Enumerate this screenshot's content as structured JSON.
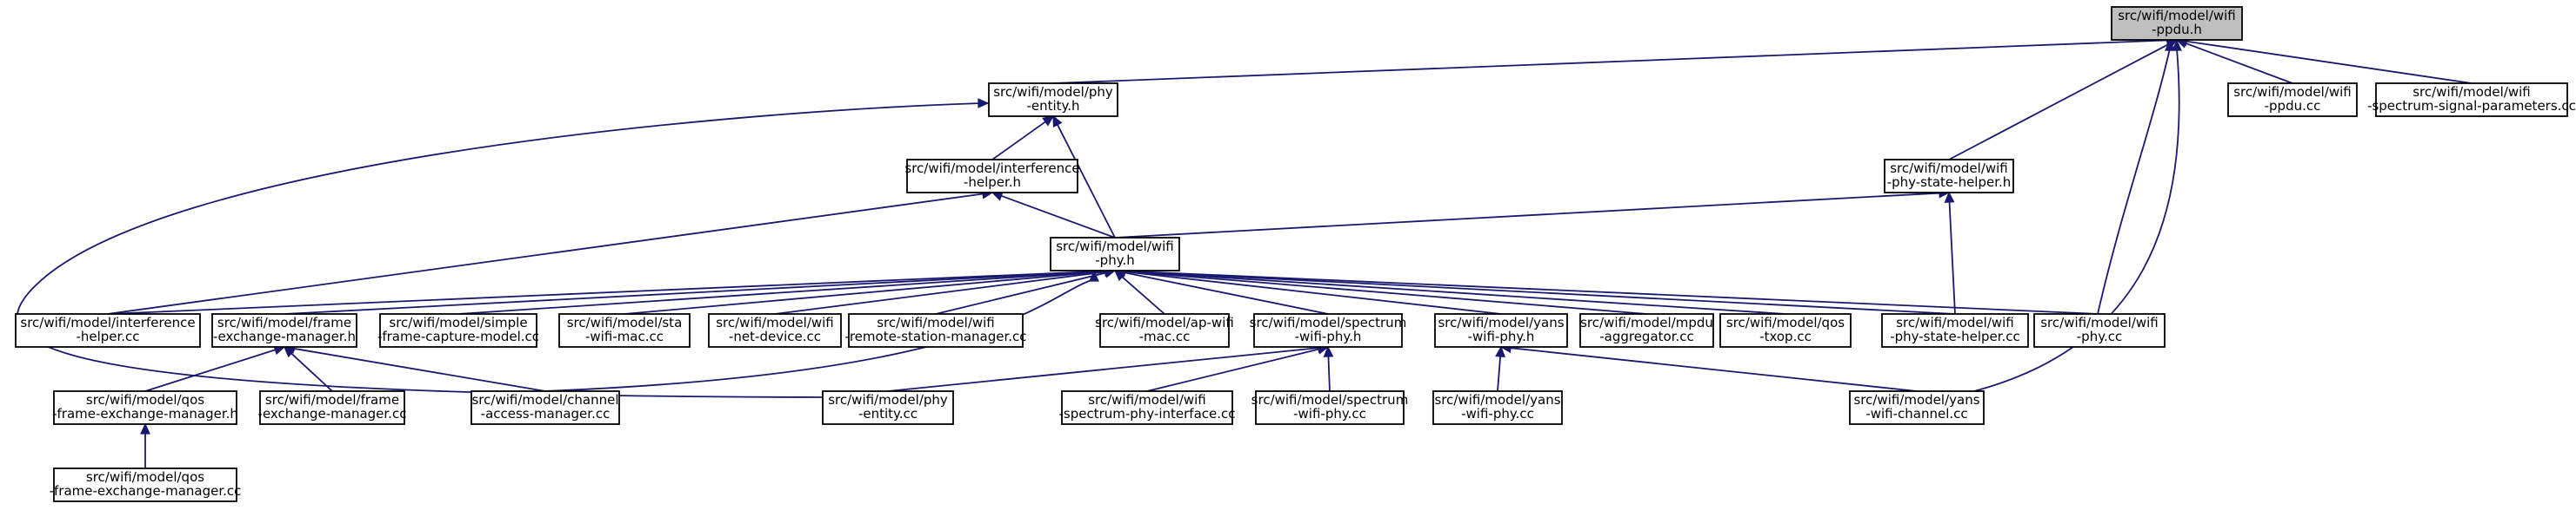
{
  "diagram": {
    "nodes": [
      {
        "id": "root",
        "lines": [
          "src/wifi/model/wifi",
          "-ppdu.h"
        ],
        "highlighted": true
      },
      {
        "id": "phy_entity_h",
        "lines": [
          "src/wifi/model/phy",
          "-entity.h"
        ]
      },
      {
        "id": "wifi_ppdu_cc",
        "lines": [
          "src/wifi/model/wifi",
          "-ppdu.cc"
        ]
      },
      {
        "id": "ssp_cc",
        "lines": [
          "src/wifi/model/wifi",
          "-spectrum-signal-parameters.cc"
        ]
      },
      {
        "id": "interference_h",
        "lines": [
          "src/wifi/model/interference",
          "-helper.h"
        ]
      },
      {
        "id": "phy_state_h",
        "lines": [
          "src/wifi/model/wifi",
          "-phy-state-helper.h"
        ]
      },
      {
        "id": "wifi_phy_h",
        "lines": [
          "src/wifi/model/wifi",
          "-phy.h"
        ]
      },
      {
        "id": "interference_cc",
        "lines": [
          "src/wifi/model/interference",
          "-helper.cc"
        ]
      },
      {
        "id": "fem_h",
        "lines": [
          "src/wifi/model/frame",
          "-exchange-manager.h"
        ]
      },
      {
        "id": "simple_fcm_cc",
        "lines": [
          "src/wifi/model/simple",
          "-frame-capture-model.cc"
        ]
      },
      {
        "id": "sta_mac_cc",
        "lines": [
          "src/wifi/model/sta",
          "-wifi-mac.cc"
        ]
      },
      {
        "id": "net_device_cc",
        "lines": [
          "src/wifi/model/wifi",
          "-net-device.cc"
        ]
      },
      {
        "id": "rsm_cc",
        "lines": [
          "src/wifi/model/wifi",
          "-remote-station-manager.cc"
        ]
      },
      {
        "id": "ap_mac_cc",
        "lines": [
          "src/wifi/model/ap-wifi",
          "-mac.cc"
        ]
      },
      {
        "id": "spectrum_phy_h",
        "lines": [
          "src/wifi/model/spectrum",
          "-wifi-phy.h"
        ]
      },
      {
        "id": "yans_phy_h",
        "lines": [
          "src/wifi/model/yans",
          "-wifi-phy.h"
        ]
      },
      {
        "id": "mpdu_agg_cc",
        "lines": [
          "src/wifi/model/mpdu",
          "-aggregator.cc"
        ]
      },
      {
        "id": "qos_txop_cc",
        "lines": [
          "src/wifi/model/qos",
          "-txop.cc"
        ]
      },
      {
        "id": "phy_state_cc",
        "lines": [
          "src/wifi/model/wifi",
          "-phy-state-helper.cc"
        ]
      },
      {
        "id": "wifi_phy_cc",
        "lines": [
          "src/wifi/model/wifi",
          "-phy.cc"
        ]
      },
      {
        "id": "qos_fem_h",
        "lines": [
          "src/wifi/model/qos",
          "-frame-exchange-manager.h"
        ]
      },
      {
        "id": "fem_cc",
        "lines": [
          "src/wifi/model/frame",
          "-exchange-manager.cc"
        ]
      },
      {
        "id": "cam_cc",
        "lines": [
          "src/wifi/model/channel",
          "-access-manager.cc"
        ]
      },
      {
        "id": "phy_entity_cc",
        "lines": [
          "src/wifi/model/phy",
          "-entity.cc"
        ]
      },
      {
        "id": "spi_cc",
        "lines": [
          "src/wifi/model/wifi",
          "-spectrum-phy-interface.cc"
        ]
      },
      {
        "id": "spectrum_phy_cc",
        "lines": [
          "src/wifi/model/spectrum",
          "-wifi-phy.cc"
        ]
      },
      {
        "id": "yans_phy_cc",
        "lines": [
          "src/wifi/model/yans",
          "-wifi-phy.cc"
        ]
      },
      {
        "id": "yans_channel_cc",
        "lines": [
          "src/wifi/model/yans",
          "-wifi-channel.cc"
        ]
      },
      {
        "id": "qos_fem_cc",
        "lines": [
          "src/wifi/model/qos",
          "-frame-exchange-manager.cc"
        ]
      }
    ],
    "edges": [
      {
        "from": "phy_entity_h",
        "to": "root"
      },
      {
        "from": "wifi_ppdu_cc",
        "to": "root"
      },
      {
        "from": "ssp_cc",
        "to": "root"
      },
      {
        "from": "phy_state_h",
        "to": "root"
      },
      {
        "from": "wifi_phy_cc",
        "to": "root"
      },
      {
        "from": "yans_channel_cc",
        "to": "root"
      },
      {
        "from": "interference_h",
        "to": "phy_entity_h"
      },
      {
        "from": "wifi_phy_h",
        "to": "phy_entity_h"
      },
      {
        "from": "phy_entity_cc",
        "to": "phy_entity_h"
      },
      {
        "from": "wifi_phy_h",
        "to": "interference_h"
      },
      {
        "from": "interference_cc",
        "to": "interference_h"
      },
      {
        "from": "wifi_phy_h",
        "to": "phy_state_h"
      },
      {
        "from": "phy_state_cc",
        "to": "phy_state_h"
      },
      {
        "from": "interference_cc",
        "to": "wifi_phy_h"
      },
      {
        "from": "fem_h",
        "to": "wifi_phy_h"
      },
      {
        "from": "simple_fcm_cc",
        "to": "wifi_phy_h"
      },
      {
        "from": "sta_mac_cc",
        "to": "wifi_phy_h"
      },
      {
        "from": "net_device_cc",
        "to": "wifi_phy_h"
      },
      {
        "from": "rsm_cc",
        "to": "wifi_phy_h"
      },
      {
        "from": "ap_mac_cc",
        "to": "wifi_phy_h"
      },
      {
        "from": "spectrum_phy_h",
        "to": "wifi_phy_h"
      },
      {
        "from": "yans_phy_h",
        "to": "wifi_phy_h"
      },
      {
        "from": "mpdu_agg_cc",
        "to": "wifi_phy_h"
      },
      {
        "from": "qos_txop_cc",
        "to": "wifi_phy_h"
      },
      {
        "from": "phy_state_cc",
        "to": "wifi_phy_h"
      },
      {
        "from": "wifi_phy_cc",
        "to": "wifi_phy_h"
      },
      {
        "from": "cam_cc",
        "to": "wifi_phy_h"
      },
      {
        "from": "qos_fem_h",
        "to": "fem_h"
      },
      {
        "from": "fem_cc",
        "to": "fem_h"
      },
      {
        "from": "cam_cc",
        "to": "fem_h"
      },
      {
        "from": "qos_fem_cc",
        "to": "qos_fem_h"
      },
      {
        "from": "phy_entity_cc",
        "to": "spectrum_phy_h"
      },
      {
        "from": "spi_cc",
        "to": "spectrum_phy_h"
      },
      {
        "from": "spectrum_phy_cc",
        "to": "spectrum_phy_h"
      },
      {
        "from": "yans_phy_cc",
        "to": "yans_phy_h"
      },
      {
        "from": "yans_channel_cc",
        "to": "yans_phy_h"
      }
    ]
  }
}
